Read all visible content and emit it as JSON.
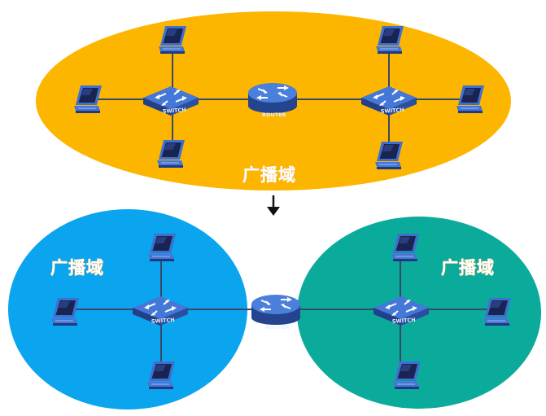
{
  "diagram": {
    "top": {
      "domain_label": "广播域",
      "fill_color": "#fdb600"
    },
    "bottom_left": {
      "domain_label": "广播域",
      "fill_color": "#0aa4ef"
    },
    "bottom_right": {
      "domain_label": "广播域",
      "fill_color": "#0bab9c"
    },
    "device_labels": {
      "switch": "SWITCH",
      "router": "ROUTER"
    },
    "colors": {
      "link": "#3b4766",
      "device": "#2b4fa0",
      "arrow": "#111111"
    },
    "icons": [
      "computer-icon",
      "switch-icon",
      "router-icon",
      "down-arrow-icon"
    ]
  }
}
